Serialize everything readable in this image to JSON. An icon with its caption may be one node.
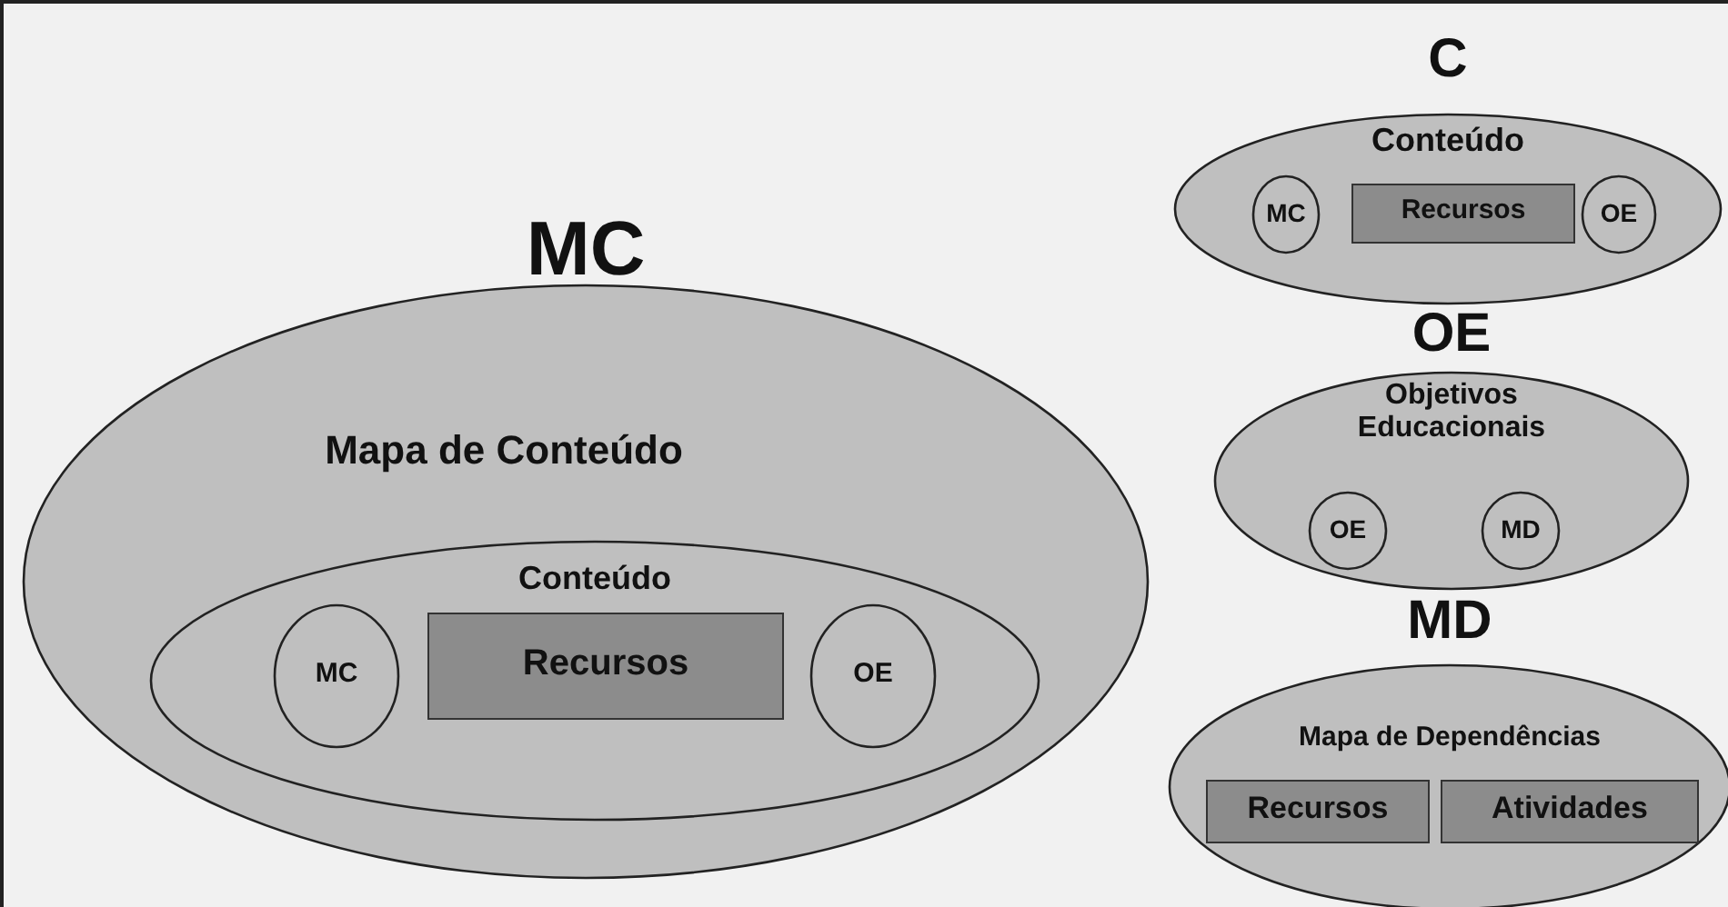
{
  "diagram": {
    "nodes": [
      {
        "text": [
          "MC",
          "Mapa de Conteúdo"
        ]
      },
      {
        "text": [
          "Conteúdo"
        ],
        "in": 0
      },
      {
        "text": [
          "MC"
        ],
        "in": 1
      },
      {
        "text": [
          "Recursos"
        ],
        "in": 1
      },
      {
        "text": [
          "OE"
        ],
        "in": 1
      },
      {
        "text": [
          "C",
          "Conteúdo"
        ]
      },
      {
        "text": [
          "MC"
        ],
        "in": 5
      },
      {
        "text": [
          "Recursos"
        ],
        "in": 5
      },
      {
        "text": [
          "OE"
        ],
        "in": 5
      },
      {
        "text": [
          "OE",
          "Objetivos Educacionais"
        ]
      },
      {
        "text": [
          "OE"
        ],
        "in": 9
      },
      {
        "text": [
          "MD"
        ],
        "in": 9
      },
      {
        "text": [
          "MD",
          "Mapa de Dependências"
        ]
      },
      {
        "text": [
          "Recursos"
        ],
        "in": 12
      },
      {
        "text": [
          "Atividades"
        ],
        "in": 12
      }
    ],
    "edges": []
  }
}
